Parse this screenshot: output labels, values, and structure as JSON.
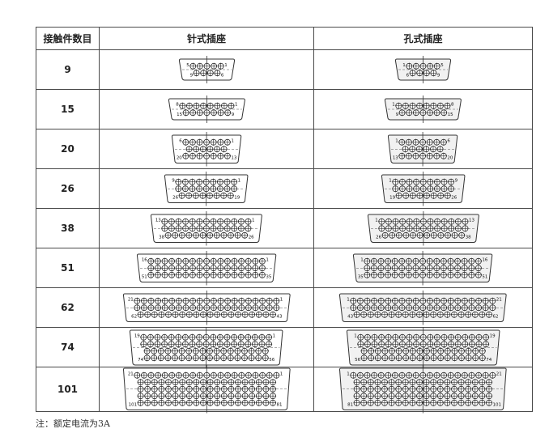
{
  "header": {
    "count_label": "接触件数目",
    "pin_label": "针式插座",
    "socket_label": "孔式插座"
  },
  "rows": [
    {
      "count": "9",
      "rows": [
        5,
        4
      ],
      "pin": {
        "tl": "5",
        "tr": "1",
        "bl": "9",
        "br": "6"
      },
      "socket": {
        "tl": "1",
        "tr": "5",
        "bl": "6",
        "br": "9"
      }
    },
    {
      "count": "15",
      "rows": [
        8,
        7
      ],
      "pin": {
        "tl": "8",
        "tr": "1",
        "bl": "15",
        "br": "9"
      },
      "socket": {
        "tl": "1",
        "tr": "8",
        "bl": "9",
        "br": "15"
      }
    },
    {
      "count": "20",
      "rows": [
        7,
        6,
        7
      ],
      "pin": {
        "tl": "6",
        "tr": "1",
        "bl": "20",
        "br": "13"
      },
      "socket": {
        "tl": "1",
        "tr": "6",
        "bl": "13",
        "br": "20"
      }
    },
    {
      "count": "26",
      "rows": [
        9,
        9,
        8
      ],
      "pin": {
        "tl": "9",
        "tr": "1",
        "bl": "26",
        "br": "19"
      },
      "socket": {
        "tl": "1",
        "tr": "9",
        "bl": "19",
        "br": "26"
      }
    },
    {
      "count": "38",
      "rows": [
        13,
        13,
        12
      ],
      "pin": {
        "tl": "13",
        "tr": "1",
        "bl": "38",
        "br": "26"
      },
      "socket": {
        "tl": "1",
        "tr": "13",
        "bl": "26",
        "br": "38"
      }
    },
    {
      "count": "51",
      "rows": [
        17,
        17,
        17
      ],
      "pin": {
        "tl": "16",
        "tr": "1",
        "bl": "51",
        "br": "35"
      },
      "socket": {
        "tl": "1",
        "tr": "16",
        "bl": "35",
        "br": "51"
      }
    },
    {
      "count": "62",
      "rows": [
        21,
        21,
        20
      ],
      "pin": {
        "tl": "21",
        "tr": "1",
        "bl": "62",
        "br": "43"
      },
      "socket": {
        "tl": "1",
        "tr": "21",
        "bl": "43",
        "br": "62"
      }
    },
    {
      "count": "74",
      "rows": [
        19,
        19,
        18,
        18
      ],
      "pin": {
        "tl": "19",
        "tr": "1",
        "bl": "74",
        "br": "56"
      },
      "socket": {
        "tl": "1",
        "tr": "19",
        "bl": "56",
        "br": "74"
      }
    },
    {
      "count": "101",
      "rows": [
        21,
        20,
        20,
        20,
        20
      ],
      "pin": {
        "tl": "21",
        "tr": "1",
        "bl": "101",
        "br": "81"
      },
      "socket": {
        "tl": "1",
        "tr": "21",
        "bl": "81",
        "br": "101"
      }
    }
  ],
  "note": "注：额定电流为3A"
}
